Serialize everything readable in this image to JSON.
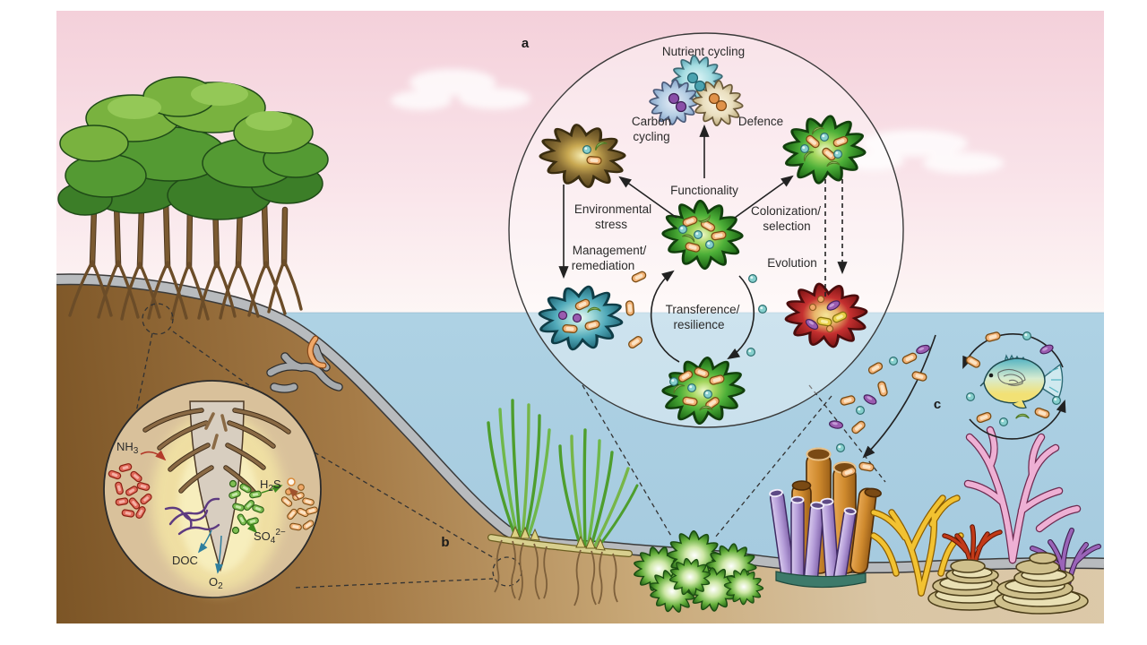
{
  "figure": {
    "panel_a": "a",
    "panel_b": "b",
    "panel_c": "c"
  },
  "cycle": {
    "nutrient_cycling": "Nutrient cycling",
    "carbon_1": "Carbon",
    "carbon_2": "cycling",
    "defence": "Defence",
    "functionality": "Functionality",
    "env_1": "Environmental",
    "env_2": "stress",
    "mgmt_1": "Management/",
    "mgmt_2": "remediation",
    "col_1": "Colonization/",
    "col_2": "selection",
    "evolution": "Evolution",
    "trans_1": "Transference/",
    "trans_2": "resilience"
  },
  "rhizosphere": {
    "nh3_base": "NH",
    "nh3_sub": "3",
    "h2s_1": "H",
    "h2s_sub": "2",
    "h2s_2": "S",
    "so4_base": "SO",
    "so4_sub": "4",
    "so4_sup": "2−",
    "doc": "DOC",
    "o2_base": "O",
    "o2_sub": "2"
  },
  "palette": {
    "sky_pink": "#f6d8e0",
    "water_blue": "#abcfe2",
    "sand_light": "#d9c5a4",
    "sand_dark": "#7c5526",
    "outline": "#3a3a3a",
    "coral_green": "#3f9a2e",
    "coral_brown": "#8a6f35",
    "coral_teal": "#4fa8b8",
    "coral_red": "#c0392b",
    "microbe_orange": "#f2b377",
    "microbe_teal": "#86cfcd",
    "microbe_purple": "#9a5cb0",
    "microbe_green": "#accd7e",
    "bacteria_red": "#e06a5a",
    "bacteria_green": "#7fbf52"
  }
}
